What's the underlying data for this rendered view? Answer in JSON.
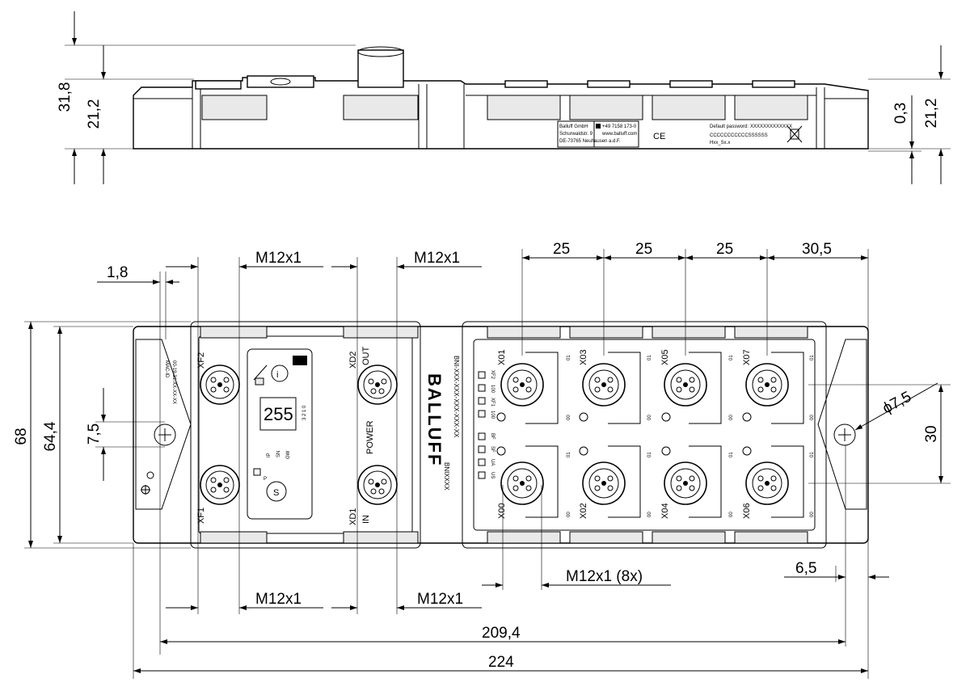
{
  "dimensions": {
    "height_total": "31,8",
    "height_body_left": "21,2",
    "height_body_right": "21,2",
    "offset": "0,3",
    "flange": "1,8",
    "m12_top_left": "M12x1",
    "m12_top_right": "M12x1",
    "pitch_1": "25",
    "pitch_2": "25",
    "pitch_3": "25",
    "pitch_end": "30,5",
    "width_68": "68",
    "width_64": "64,4",
    "hole_spacing": "7,5",
    "hole_diameter": "ϕ7,5",
    "right_30": "30",
    "m12_bottom_left": "M12x1",
    "m12_bottom_right": "M12x1",
    "m12_8x": "M12x1  (8x)",
    "end_offset": "6,5",
    "length_inner": "209,4",
    "length_total": "224"
  },
  "side_view": {
    "company": "Balluff GmbH",
    "street": "Schurwaldstr. 9",
    "city": "DE-73765 Neuhausen a.d.F.",
    "phone": "+49 7158 173-0",
    "web": "www.balluff.com",
    "ce": "CE",
    "default_password_label": "Default password:",
    "default_password_value": "XXXXXXXXXXXXX",
    "serial": "CCCCCCCCCCCSSSSSS",
    "hw": "Hxx_Sx.x"
  },
  "top_view": {
    "mac_label": "MAC-ID",
    "mac_value": "00-19-31-XX-XX-XX",
    "ports_left": {
      "xf2": "XF2",
      "xf1": "XF1",
      "xd2": "XD2",
      "out": "OUT",
      "xd1": "XD1",
      "in": "IN"
    },
    "power": "POWER",
    "display_value": "255",
    "gw_labels": {
      "ip": "IP",
      "sn": "SN",
      "gw": "GW",
      "p": "P",
      "digits": "3 2 1 0"
    },
    "brand": "BALLUFF",
    "model_line_1": "BNI-XXX-XXX-XXX-XXX-XX",
    "model_line_2": "BNIXXXX",
    "leds": [
      "XF2",
      "100",
      "XF1",
      "100",
      "BF",
      "SF",
      "UA",
      "US"
    ],
    "ports_right": [
      "X01",
      "X03",
      "X05",
      "X07",
      "X00",
      "X02",
      "X04",
      "X06"
    ],
    "pin_01": "01",
    "pin_00": "00"
  }
}
